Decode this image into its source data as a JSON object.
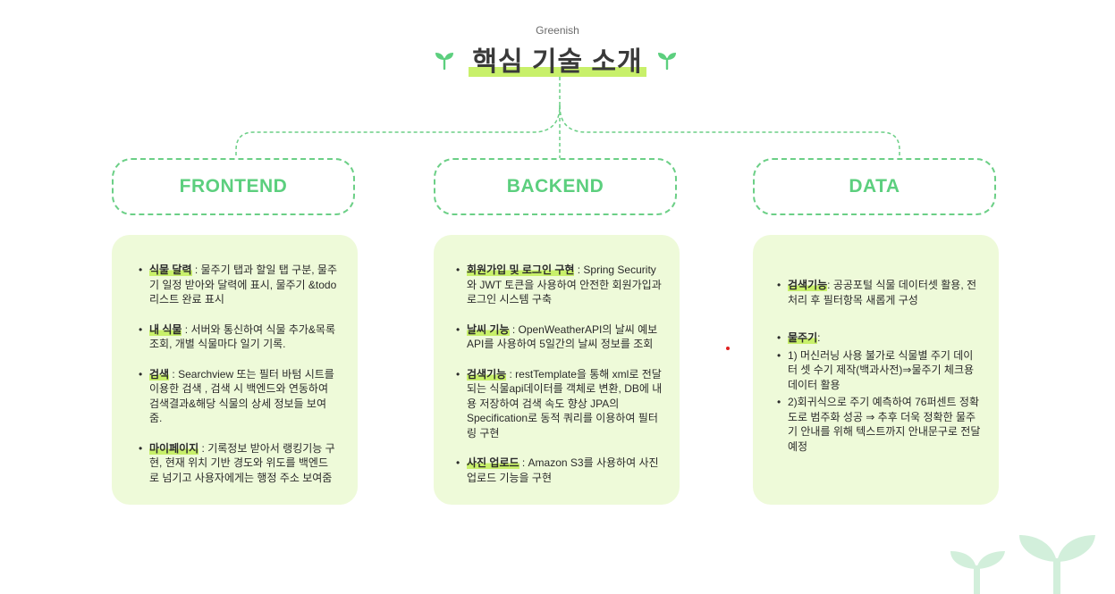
{
  "header": {
    "brand": "Greenish",
    "title": "핵심 기술 소개"
  },
  "colors": {
    "accent_green": "#5ccf7e",
    "highlight": "#c8f06a",
    "card_bg": "#eefad9",
    "sprout_light": "#d2efdb"
  },
  "columns": [
    {
      "heading": "FRONTEND",
      "items": [
        {
          "key": "식물 달력",
          "text": " : 물주기 탭과 할일 탭 구분, 물주기 일정 받아와 달력에 표시, 물주기 &todo리스트 완료 표시"
        },
        {
          "key": "내 식물",
          "text": " : 서버와 통신하여 식물 추가&목록 조회, 개별 식물마다 일기 기록."
        },
        {
          "key": "검색",
          "text": " : Searchview 또는 필터 바텀 시트를 이용한 검색 , 검색 시 백엔드와 연동하여 검색결과&해당 식물의 상세 정보들 보여줌."
        },
        {
          "key": "마이페이지",
          "text": " : 기록정보 받아서 랭킹기능 구현, 현재 위치 기반 경도와 위도를 백엔드로 넘기고 사용자에게는 행정 주소 보여줌"
        }
      ]
    },
    {
      "heading": "BACKEND",
      "items": [
        {
          "key": "회원가입 및 로그인 구현",
          "text": " : Spring Security와 JWT 토큰을 사용하여 안전한 회원가입과 로그인 시스템 구축"
        },
        {
          "key": "날씨 기능",
          "text": " : OpenWeatherAPI의 날씨 예보 API를 사용하여 5일간의 날씨 정보를 조회"
        },
        {
          "key": "검색기능",
          "text": " : restTemplate을 통해 xml로 전달되는 식물api데이터를 객체로 변환, DB에 내용 저장하여 검색 속도 향상 JPA의 Specification로 동적 쿼리를 이용하여 필터링 구현"
        },
        {
          "key": "사진 업로드",
          "text": " : Amazon S3를 사용하여 사진 업로드 기능을 구현"
        }
      ]
    },
    {
      "heading": "DATA",
      "items": [
        {
          "key": "검색기능",
          "text": ": 공공포털 식물 데이터셋 활용, 전처리 후 필터항목 새롭게 구성"
        },
        {
          "key": "물주기",
          "text": ":"
        }
      ],
      "sub_items": [
        "1) 머신러닝 사용 불가로 식물별 주기 데이터 셋 수기 제작(백과사전)⇒물주기 체크용 데이터 활용",
        "2)회귀식으로 주기 예측하여 76퍼센트 정확도로 범주화 성공 ⇒ 추후 더욱 정확한 물주기 안내를 위해 텍스트까지 안내문구로 전달 예정"
      ]
    }
  ]
}
